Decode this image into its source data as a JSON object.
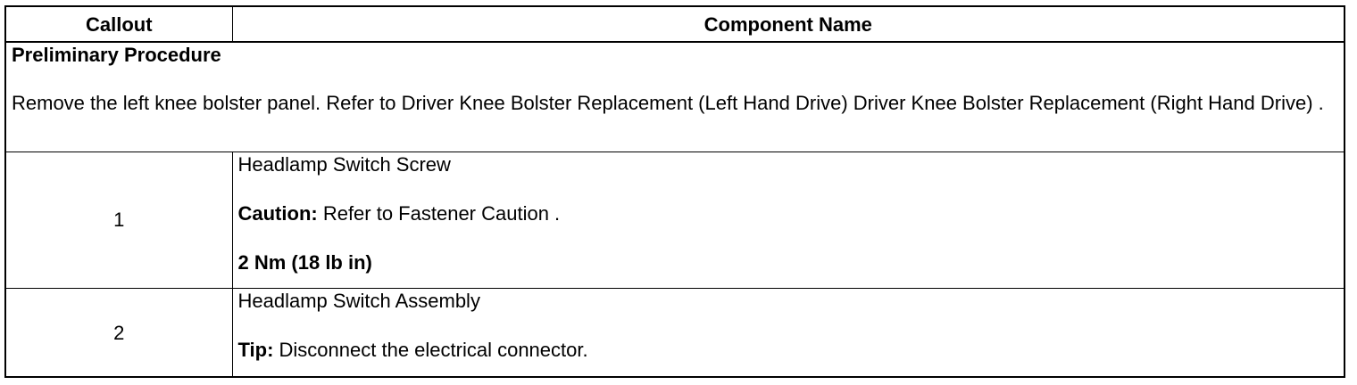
{
  "table": {
    "headers": {
      "callout": "Callout",
      "component_name": "Component Name"
    },
    "preliminary": {
      "title": "Preliminary Procedure",
      "text": "Remove the left knee bolster panel. Refer to Driver Knee Bolster Replacement (Left Hand Drive) Driver Knee Bolster Replacement (Right Hand Drive) ."
    },
    "rows": [
      {
        "callout": "1",
        "name": "Headlamp Switch Screw",
        "note_label": "Caution:",
        "note_text": " Refer to Fastener Caution .",
        "torque": "2 Nm (18 lb in)"
      },
      {
        "callout": "2",
        "name": "Headlamp Switch Assembly",
        "note_label": "Tip:",
        "note_text": " Disconnect the electrical connector."
      }
    ]
  }
}
